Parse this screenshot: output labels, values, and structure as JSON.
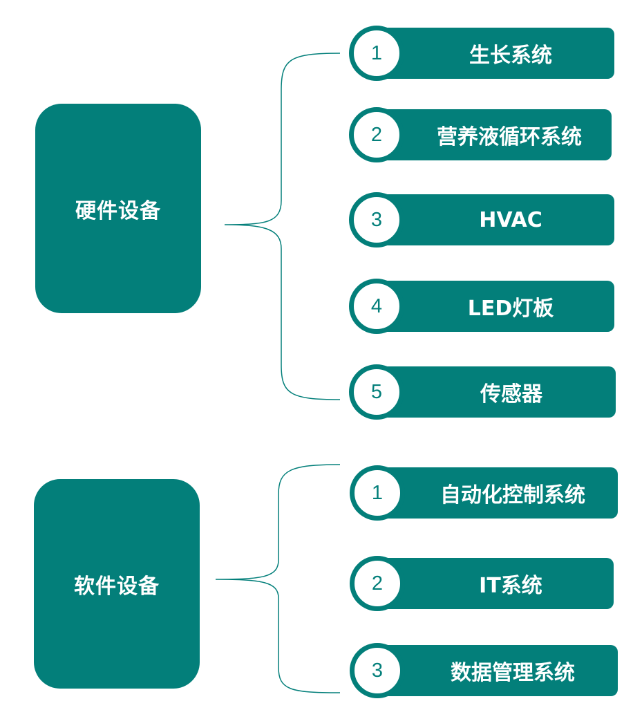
{
  "colors": {
    "teal": "#037F7A",
    "background": "#FFFFFF"
  },
  "hardware": {
    "title": "硬件设备",
    "items": [
      {
        "number": "1",
        "label": "生长系统"
      },
      {
        "number": "2",
        "label": "营养液循环系统"
      },
      {
        "number": "3",
        "label": "HVAC"
      },
      {
        "number": "4",
        "label": "LED灯板"
      },
      {
        "number": "5",
        "label": "传感器"
      }
    ]
  },
  "software": {
    "title": "软件设备",
    "items": [
      {
        "number": "1",
        "label": "自动化控制系统"
      },
      {
        "number": "2",
        "label": "IT系统"
      },
      {
        "number": "3",
        "label": "数据管理系统"
      }
    ]
  }
}
